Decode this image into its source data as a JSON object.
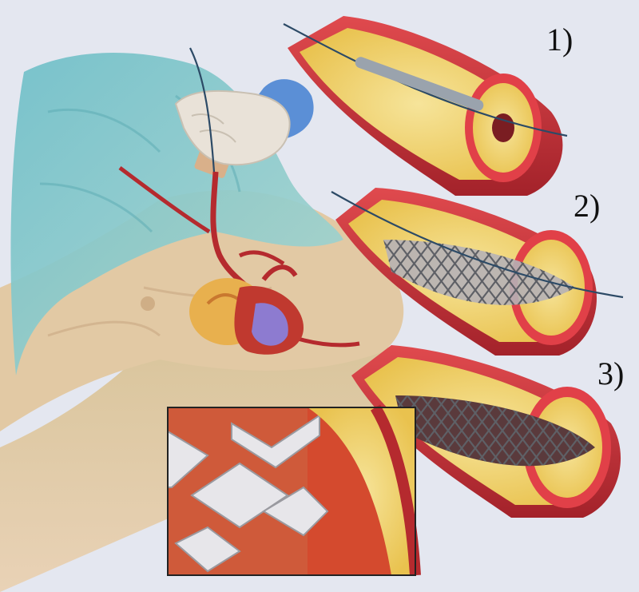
{
  "steps": [
    {
      "label": "1)"
    },
    {
      "label": "2)"
    },
    {
      "label": "3)"
    }
  ],
  "colors": {
    "background": "#e4e7f0",
    "drape": "#8cc9cf",
    "skin": "#e8cfae",
    "artery_wall": "#c8323a",
    "plaque": "#f2d77a",
    "stent": "#c9ccd2",
    "tissue": "#cf5a3a"
  },
  "icons": [
    "glove-hand-icon",
    "guidewire-icon",
    "heart-icon",
    "stent-icon"
  ]
}
